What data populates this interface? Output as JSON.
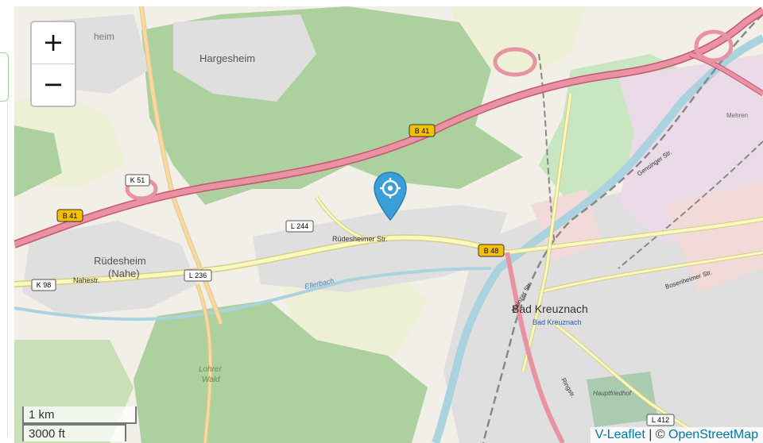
{
  "zoom": {
    "in_label": "+",
    "out_label": "−"
  },
  "scale": {
    "metric": "1 km",
    "imperial": "3000 ft"
  },
  "attribution": {
    "library": "V-Leaflet",
    "separator": " | © ",
    "provider": "OpenStreetMap"
  },
  "places": {
    "hargesheim": "Hargesheim",
    "rudesheim": "Rüdesheim",
    "rudesheim_suffix": "(Nahe)",
    "bad_kreuznach": "Bad Kreuznach",
    "bad_kreuznach_station": "Bad Kreuznach",
    "lohrer_wald_1": "Lohrer",
    "lohrer_wald_2": "Wald",
    "heim": "heim",
    "mehren": "Mehren",
    "hauptfriedhof": "Hauptfriedhof"
  },
  "roads": {
    "b41_a": "B 41",
    "b41_b": "B 41",
    "b48": "B 48",
    "k51": "K 51",
    "l244": "L 244",
    "l236": "L 236",
    "k98": "K 98",
    "l412": "L 412",
    "rudesheimer_str": "Rüdesheimer Str.",
    "nahestr": "Nahestr.",
    "ellerbach": "Ellerbach",
    "bosenheimer_str": "Bosenheimer Str.",
    "gensinger_str": "Gensinger Str.",
    "mainzer_str": "Mainzer Str.",
    "ringstr": "Ringstr."
  },
  "marker": {
    "icon": "locate-icon",
    "color": "#3a9fd8"
  },
  "colors": {
    "land": "#f2efe9",
    "forest": "#add19e",
    "residential": "#e0dfdf",
    "commercial": "#f2dad9",
    "motorway": "#e892a2",
    "primary": "#fcd6a4",
    "secondary": "#f7fabf",
    "water": "#aad3df"
  }
}
